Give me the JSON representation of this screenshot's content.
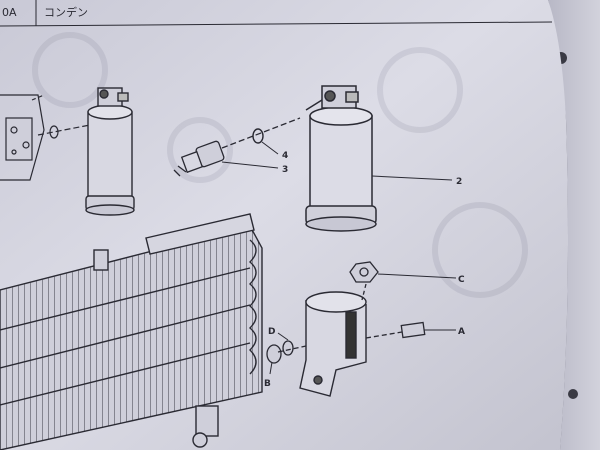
{
  "header": {
    "code_fragment": "0A",
    "title_fragment": "コンデン"
  },
  "callouts": {
    "part_2": "2",
    "part_3": "3",
    "part_4": "4",
    "a": "A",
    "b": "B",
    "c": "C",
    "d": "D"
  },
  "colors": {
    "paper": "#d9d9e3",
    "ink": "#2a2a33",
    "background": "#4b4b58"
  }
}
